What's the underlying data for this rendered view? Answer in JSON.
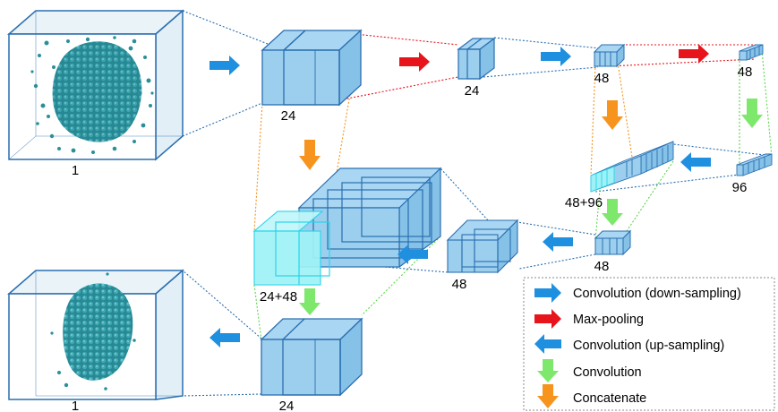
{
  "labels": {
    "input_channels": "1",
    "output_channels": "1",
    "enc1": "24",
    "enc2": "24",
    "enc3": "48",
    "enc4": "48",
    "bottleneck": "96",
    "dec3_concat": "48+96",
    "dec3": "48",
    "dec2": "48",
    "dec1_concat": "24+48",
    "dec1": "24"
  },
  "legend": {
    "items": [
      {
        "label": "Convolution (down-sampling)",
        "icon": "blue-arrow-right-icon",
        "color": "#1f8fe0"
      },
      {
        "label": "Max-pooling",
        "icon": "red-arrow-right-icon",
        "color": "#e8141c"
      },
      {
        "label": "Convolution (up-sampling)",
        "icon": "blue-arrow-left-icon",
        "color": "#1f8fe0"
      },
      {
        "label": "Convolution",
        "icon": "green-arrow-down-icon",
        "color": "#7de86c"
      },
      {
        "label": "Concatenate",
        "icon": "orange-arrow-down-icon",
        "color": "#f7941d"
      }
    ]
  },
  "colors": {
    "block_fill": "#9ccfee",
    "block_stroke": "#2a6fb0",
    "concat_fill": "#9ff3f7",
    "concat_stroke": "#2ad4e8",
    "dot_blue": "#2a6fb0",
    "dot_red": "#e8141c",
    "dot_orange": "#f7941d",
    "dot_green": "#5cd64a"
  }
}
